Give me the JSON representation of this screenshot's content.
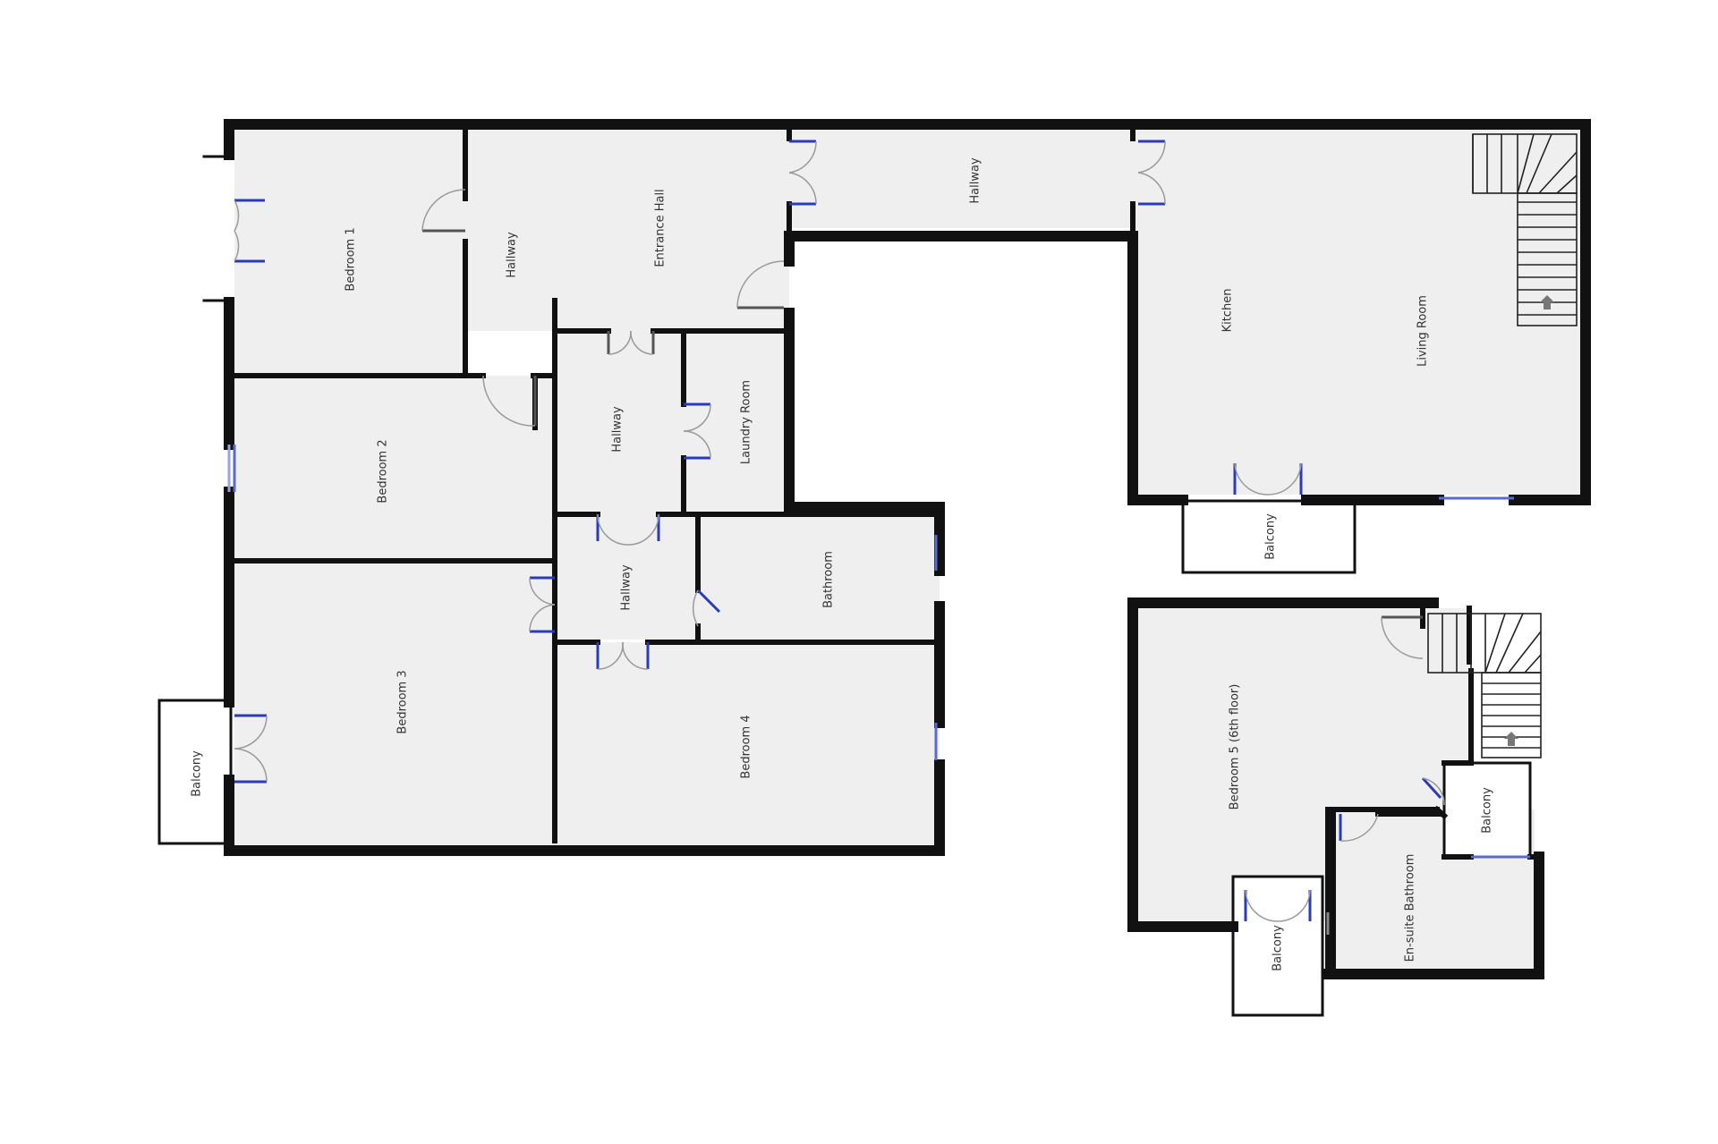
{
  "rooms": {
    "bedroom1": "Bedroom 1",
    "hallway_left": "Hallway",
    "entrance_hall": "Entrance Hall",
    "hallway_top": "Hallway",
    "kitchen": "Kitchen",
    "living_room": "Living Room",
    "bedroom2": "Bedroom 2",
    "hallway_mid": "Hallway",
    "laundry_room": "Laundry Room",
    "hallway_lower": "Hallway",
    "bathroom": "Bathroom",
    "bedroom3": "Bedroom 3",
    "bedroom4": "Bedroom 4",
    "balcony_left": "Balcony",
    "balcony_kitchen": "Balcony",
    "bedroom5": "Bedroom 5 (6th floor)",
    "balcony_bedroom5": "Balcony",
    "ensuite_bathroom": "En-suite Bathroom",
    "balcony_right": "Balcony"
  },
  "colors": {
    "wall": "#111111",
    "floor": "#efefef",
    "window": "#5a6bd0"
  }
}
